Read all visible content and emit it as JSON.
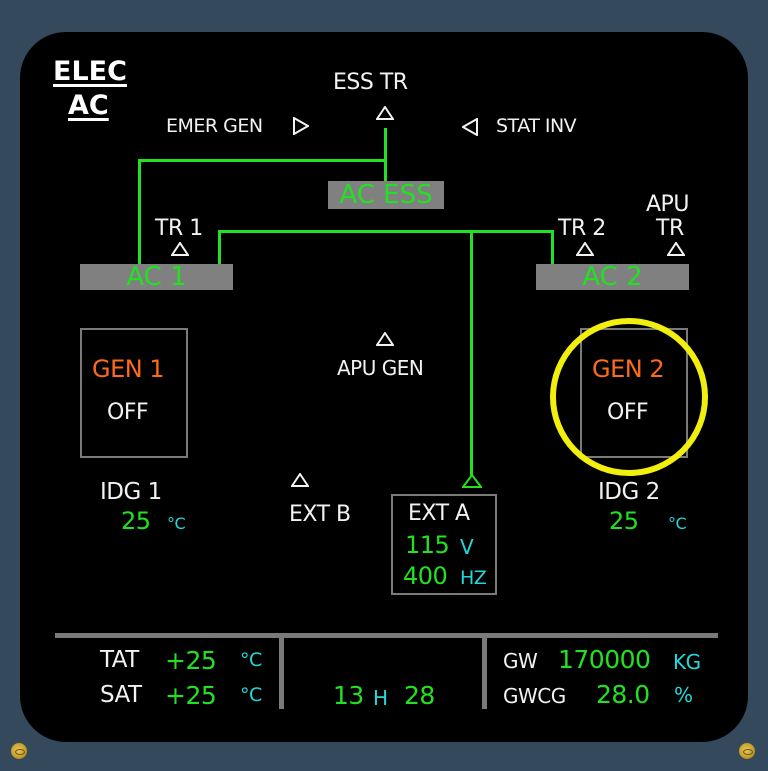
{
  "page": {
    "title_line1": "ELEC",
    "title_line2": "AC"
  },
  "sources": {
    "ess_tr": "ESS TR",
    "emer_gen": "EMER GEN",
    "stat_inv": "STAT INV",
    "tr1": "TR 1",
    "tr2": "TR 2",
    "apu_tr_line1": "APU",
    "apu_tr_line2": "TR",
    "apu_gen": "APU GEN",
    "ext_b": "EXT B"
  },
  "buses": {
    "ac_ess": "AC ESS",
    "ac1": "AC 1",
    "ac2": "AC 2"
  },
  "generators": [
    {
      "label": "GEN 1",
      "status": "OFF",
      "idg_label": "IDG 1",
      "idg_temp": "25",
      "idg_unit": "°C"
    },
    {
      "label": "GEN 2",
      "status": "OFF",
      "idg_label": "IDG 2",
      "idg_temp": "25",
      "idg_unit": "°C"
    }
  ],
  "ext_a": {
    "label": "EXT A",
    "voltage": "115",
    "voltage_unit": "V",
    "frequency": "400",
    "frequency_unit": "HZ"
  },
  "footer": {
    "tat_label": "TAT",
    "tat_value": "+25",
    "tat_unit": "°C",
    "sat_label": "SAT",
    "sat_value": "+25",
    "sat_unit": "°C",
    "time_hours": "13",
    "time_h_unit": "H",
    "time_minutes": "28",
    "gw_label": "GW",
    "gw_value": "170000",
    "gw_unit": "KG",
    "gwcg_label": "GWCG",
    "gwcg_value": "28.0",
    "gwcg_unit": "%"
  },
  "highlight": {
    "target": "GEN 2",
    "color": "#f2ef0f"
  },
  "colors": {
    "background": "#000000",
    "bezel": "#34495c",
    "bus_bar": "#808080",
    "active_line": "#22e022",
    "value_green": "#22e022",
    "unit_cyan": "#22d8d8",
    "warning_amber": "#ff6a1a",
    "label_white": "#f2f2f2"
  }
}
